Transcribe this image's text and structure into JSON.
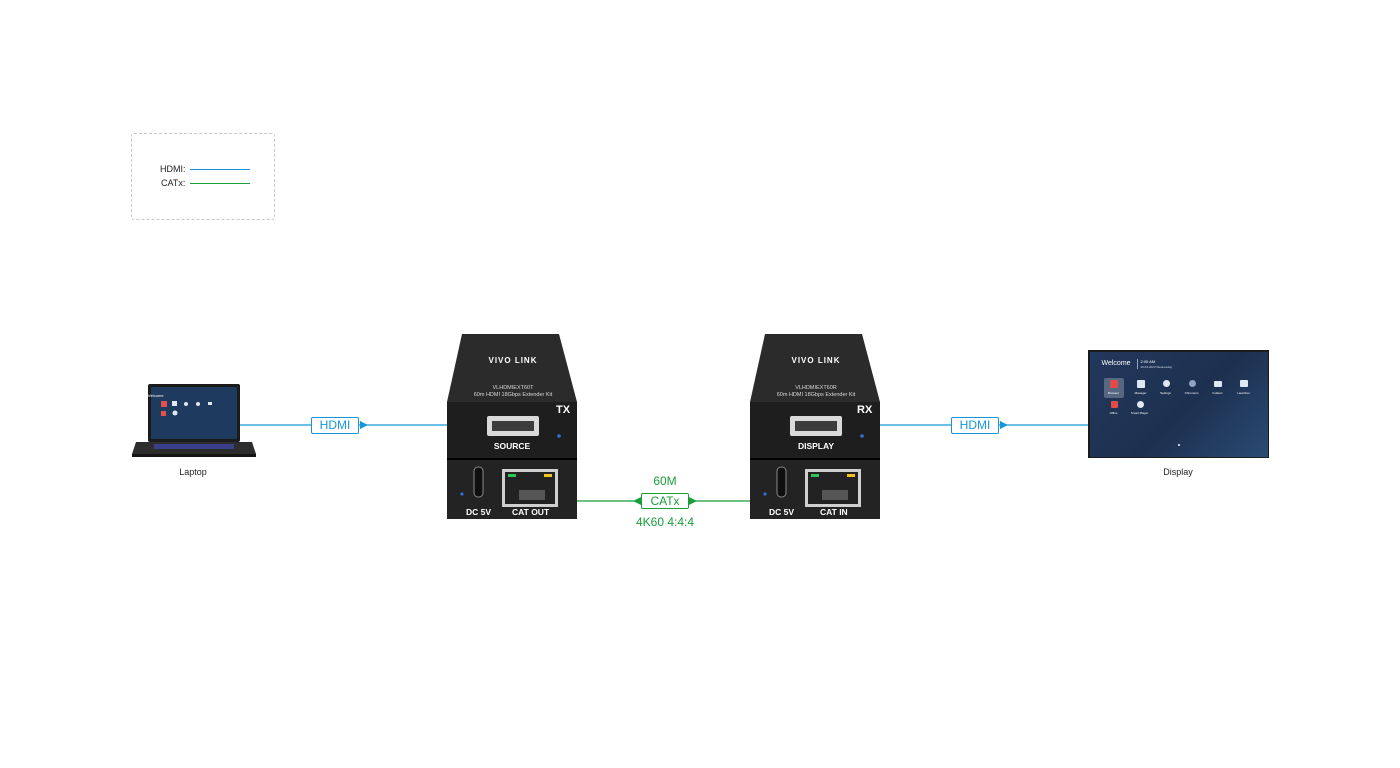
{
  "colors": {
    "hdmi": "#1597d5",
    "catx": "#1a9e3a",
    "device": "#2a2a2a"
  },
  "legend": {
    "hdmi_label": "HDMI:",
    "catx_label": "CATx:"
  },
  "laptop": {
    "caption": "Laptop",
    "screen_title": "Welcome"
  },
  "display": {
    "caption": "Display",
    "screen_title": "Welcome",
    "screen_time": "2:05 AM",
    "screen_date": "16.03.2023 Wednesday",
    "apps": [
      "Browser",
      "Manager",
      "Settings",
      "Chromium",
      "Folders",
      "Launcher",
      "Office",
      "Smart Player"
    ]
  },
  "links": {
    "hdmi_left": "HDMI",
    "hdmi_right": "HDMI",
    "catx": "CATx",
    "distance": "60M",
    "resolution": "4K60 4:4:4"
  },
  "transmitter": {
    "brand": "VIVO LINK",
    "model": "VLHDMIEXT60T",
    "desc": "60m HDMI 18Gbps Extender Kit",
    "tag": "TX",
    "hdmi_port": "SOURCE",
    "power_port": "DC 5V",
    "cat_port": "CAT OUT"
  },
  "receiver": {
    "brand": "VIVO LINK",
    "model": "VLHDMIEXT60R",
    "desc": "60m HDMI 18Gbps Extender Kit",
    "tag": "RX",
    "hdmi_port": "DISPLAY",
    "power_port": "DC 5V",
    "cat_port": "CAT IN"
  }
}
